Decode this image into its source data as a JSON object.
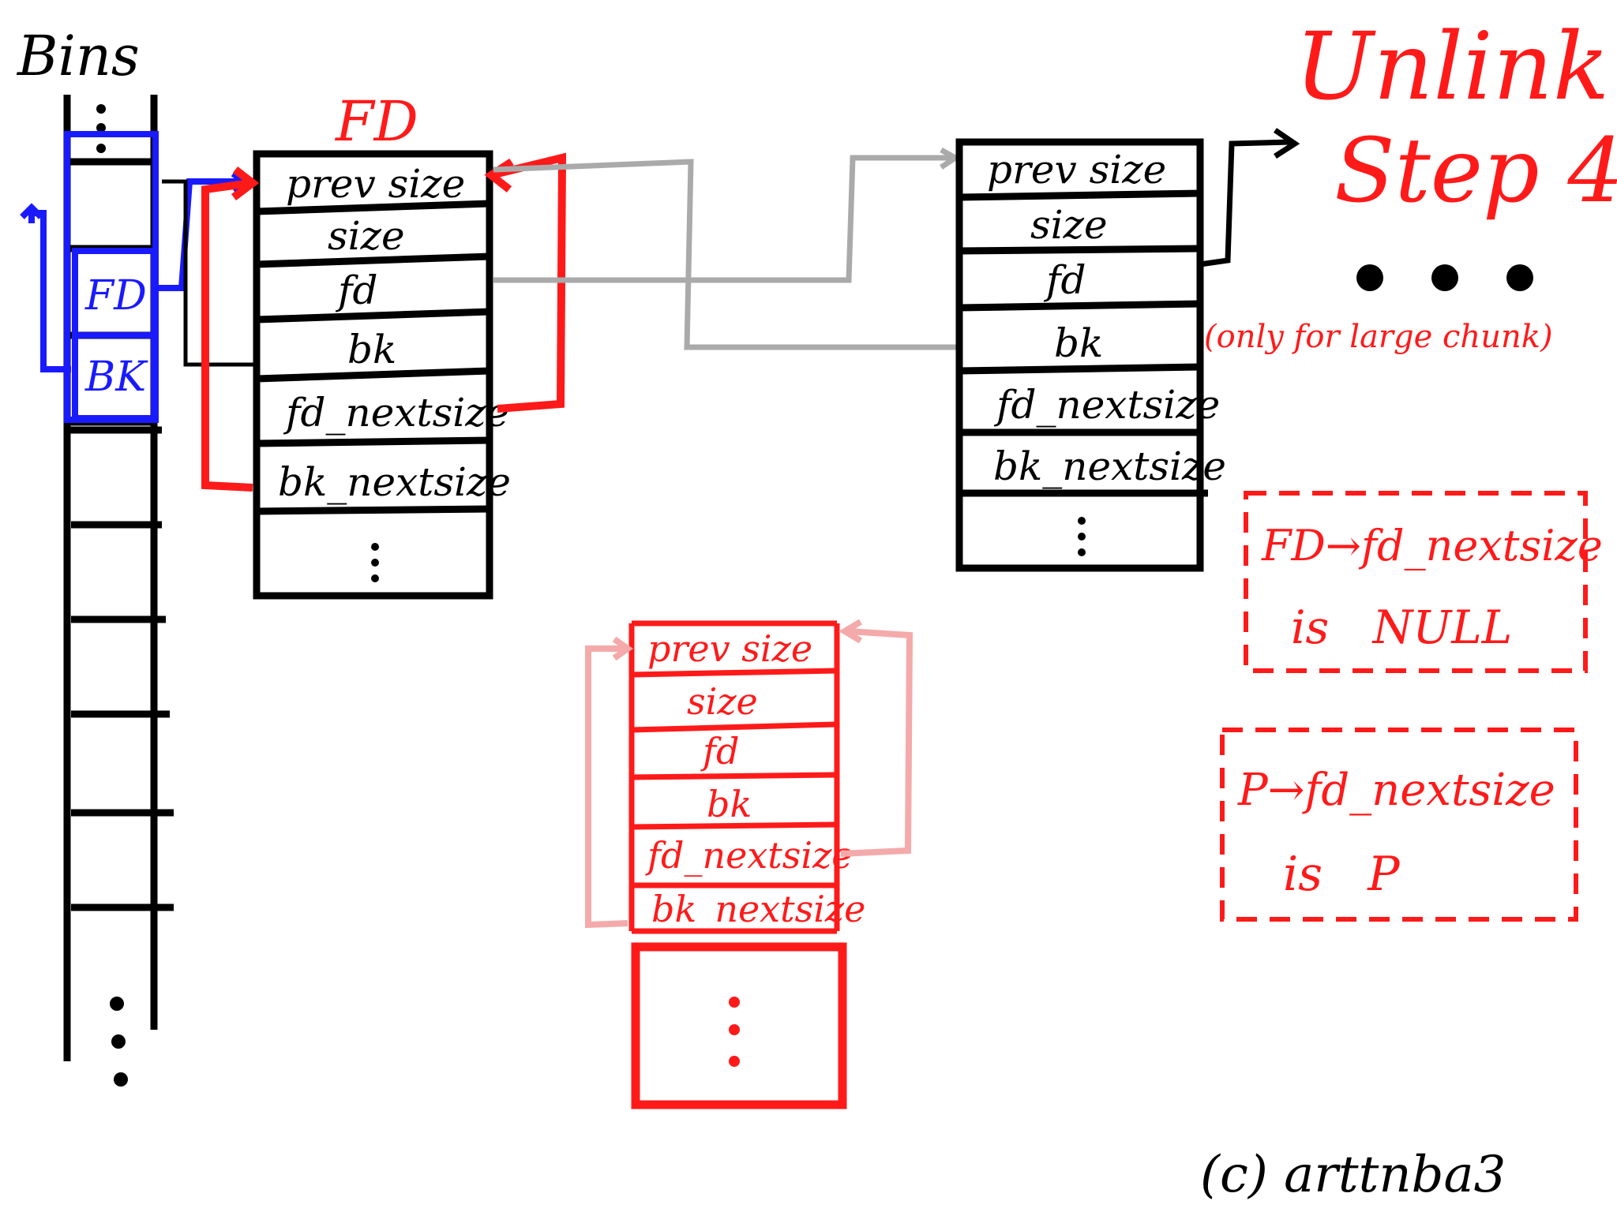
{
  "title": {
    "line1": "Unlink",
    "line2": "Step 4",
    "note": "(only for large chunk)"
  },
  "bins": {
    "label": "Bins",
    "fd_label": "FD",
    "bk_label": "BK"
  },
  "chunk_fd": {
    "label": "FD",
    "fields": [
      "prev size",
      "size",
      "fd",
      "bk",
      "fd_nextsize",
      "bk_nextsize"
    ]
  },
  "chunk_right": {
    "fields": [
      "prev size",
      "size",
      "fd",
      "bk",
      "fd_nextsize",
      "bk_nextsize"
    ]
  },
  "chunk_p": {
    "fields": [
      "prev size",
      "size",
      "fd",
      "bk",
      "fd_nextsize",
      "bk_nextsize"
    ]
  },
  "notes": {
    "box1_line1": "FD→fd_nextsize",
    "box1_line2": "is   NULL",
    "box2_line1": "P→fd_nextsize",
    "box2_line2": "is   P"
  },
  "copyright": "(c) arttnba3",
  "colors": {
    "ink": "#000000",
    "red": "#ff1a1a",
    "blue": "#1a1aff",
    "gray": "#aaaaaa",
    "pink": "#f4aaaa"
  }
}
